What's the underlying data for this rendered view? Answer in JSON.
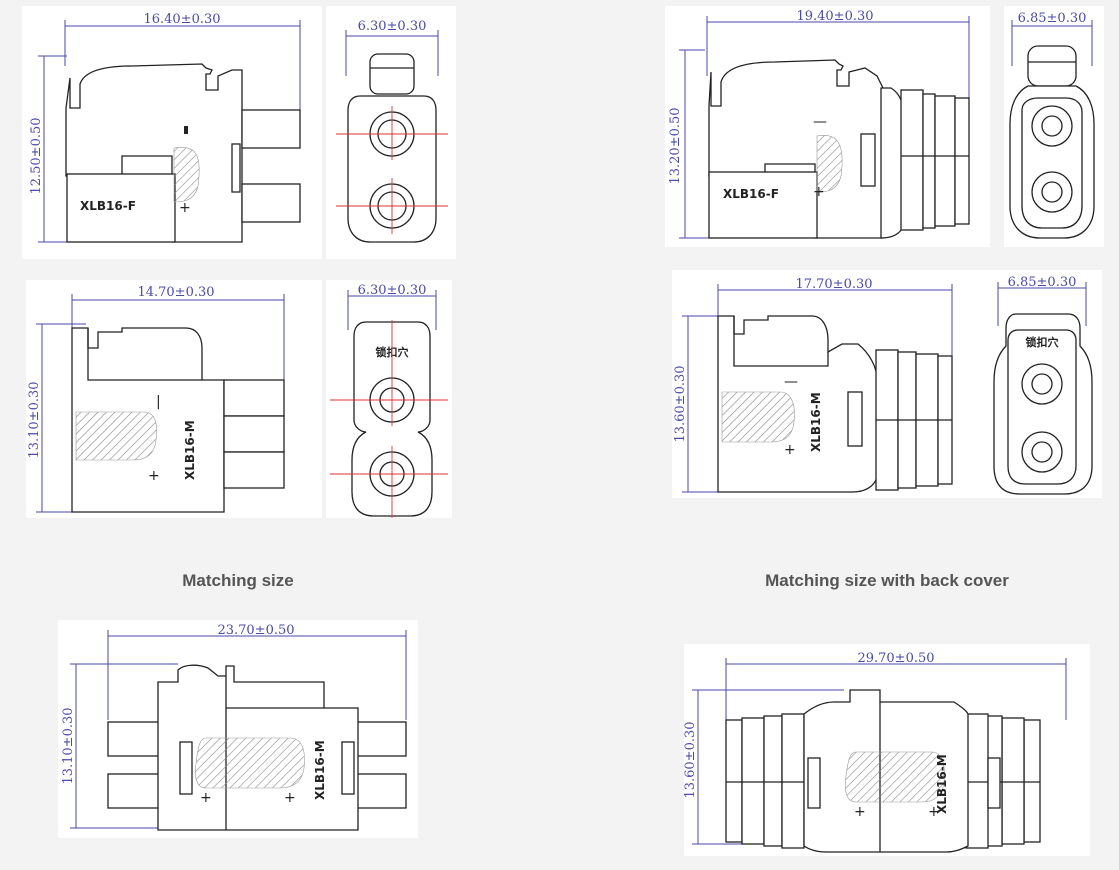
{
  "captions": {
    "left": "Matching size",
    "right": "Matching size with back cover"
  },
  "drawings": {
    "xlb16f_side": {
      "model": "XLB16-F",
      "width_dim": "16.40±0.30",
      "height_dim": "12.50±0.50",
      "plus": "+"
    },
    "xlb16f_front": {
      "width_dim": "6.30±0.30"
    },
    "xlb16f_cover_side": {
      "model": "XLB16-F",
      "width_dim": "19.40±0.30",
      "height_dim": "13.20±0.50",
      "plus": "+",
      "minus": "—"
    },
    "xlb16f_cover_front": {
      "width_dim": "6.85±0.30"
    },
    "xlb16m_side": {
      "model": "XLB16-M",
      "width_dim": "14.70±0.30",
      "height_dim": "13.10±0.30",
      "plus": "+",
      "minus": "|"
    },
    "xlb16m_front": {
      "width_dim": "6.30±0.30",
      "mark": "锁扣穴"
    },
    "xlb16m_cover_side": {
      "model": "XLB16-M",
      "width_dim": "17.70±0.30",
      "height_dim": "13.60±0.30",
      "plus": "+",
      "minus": "—"
    },
    "xlb16m_cover_front": {
      "width_dim": "6.85±0.30",
      "mark": "锁扣穴"
    },
    "matched": {
      "model": "XLB16-M",
      "width_dim": "23.70±0.50",
      "height_dim": "13.10±0.30",
      "plus": "+"
    },
    "matched_cover": {
      "model": "XLB16-M",
      "width_dim": "29.70±0.50",
      "height_dim": "13.60±0.30",
      "plus": "+"
    }
  },
  "colors": {
    "dimension": "#4a4aa8",
    "centerline": "#e13030",
    "background": "#f3f3f3"
  }
}
